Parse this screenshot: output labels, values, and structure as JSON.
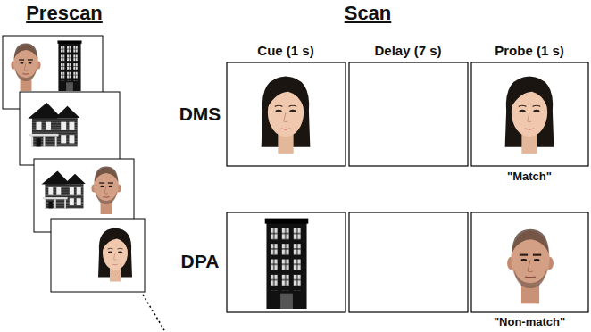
{
  "diagram": {
    "labels": [
      "Prescan",
      "Scan",
      "Cue (1 s)",
      "Delay (7 s)",
      "Probe (1 s)",
      "DMS",
      "DPA",
      "\"Match\"",
      "\"Non-match\""
    ]
  }
}
